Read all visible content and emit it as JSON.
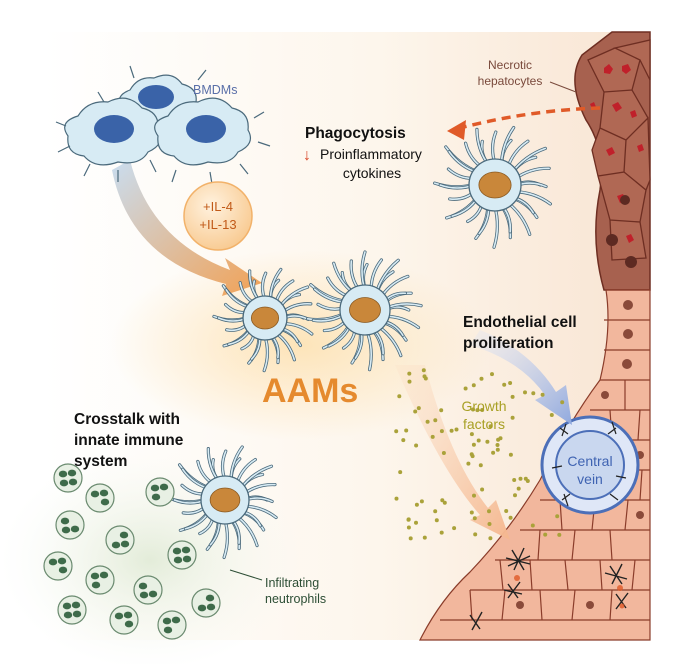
{
  "labels": {
    "bmdms": "BMDMs",
    "il4": "+IL-4",
    "il13": "+IL-13",
    "necrotic_line1": "Necrotic",
    "necrotic_line2": "hepatocytes",
    "phagocytosis": "Phagocytosis",
    "down_arrow": "↓",
    "proinflam_line1": "Proinflammatory",
    "proinflam_line2": "cytokines",
    "endothelial_line1": "Endothelial cell",
    "endothelial_line2": "proliferation",
    "aams": "AAMs",
    "growth_line1": "Growth",
    "growth_line2": "factors",
    "central_line1": "Central",
    "central_line2": "vein",
    "crosstalk_line1": "Crosstalk with",
    "crosstalk_line2": "innate immune",
    "crosstalk_line3": "system",
    "infiltrating_line1": "Infiltrating",
    "infiltrating_line2": "neutrophils"
  },
  "colors": {
    "macrophage_fill": "#d7ebf4",
    "macrophage_stroke": "#4b6a7c",
    "bmdm_nucleus": "#3a63a8",
    "aam_nucleus": "#c9873a",
    "aam_text": "#e58a2e",
    "il_badge": "#fbd9ad",
    "il_text": "#c15a18",
    "necrotic_red": "#c0202a",
    "tissue_fill": "#f2b79d",
    "tissue_stroke": "#8a3c2a",
    "vein_fill": "#c9d7ef",
    "vein_stroke": "#4c6fb8",
    "growth_text": "#a8a025",
    "growth_dots": "#aaa23a",
    "neutrophil_fill": "#e8f0e4",
    "neutrophil_lobe": "#3e6b4a",
    "neutrophil_text": "#2d4e35",
    "phago_arrow": "#e05a28"
  },
  "icons": [
    "bmdm-cell-icon",
    "macrophage-icon",
    "necrotic-cell-icon",
    "neutrophil-icon",
    "central-vein-icon",
    "dividing-cell-icon"
  ]
}
